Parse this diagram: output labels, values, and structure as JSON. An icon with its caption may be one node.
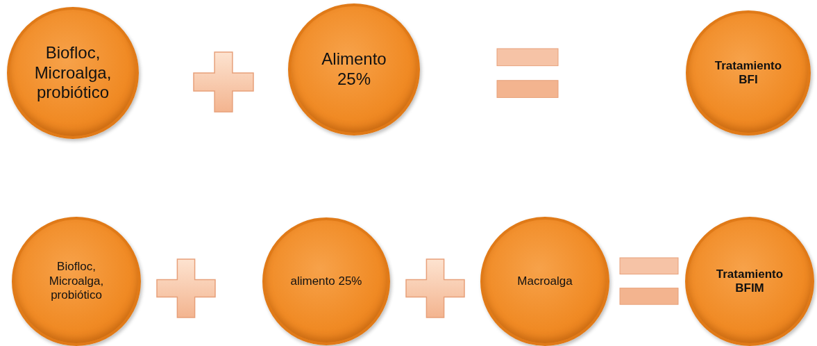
{
  "diagram": {
    "nodes": [
      {
        "text": [
          "Biofloc, Microalga, probiótico"
        ]
      },
      {
        "text": [
          "Alimento 25%"
        ]
      },
      {
        "text": [
          "Tratamiento BFI"
        ]
      },
      {
        "text": [
          "Biofloc, Microalga, probiótico"
        ]
      },
      {
        "text": [
          "alimento 25%"
        ]
      },
      {
        "text": [
          "Macroalga"
        ]
      },
      {
        "text": [
          "Tratamiento BFIM"
        ]
      }
    ]
  }
}
